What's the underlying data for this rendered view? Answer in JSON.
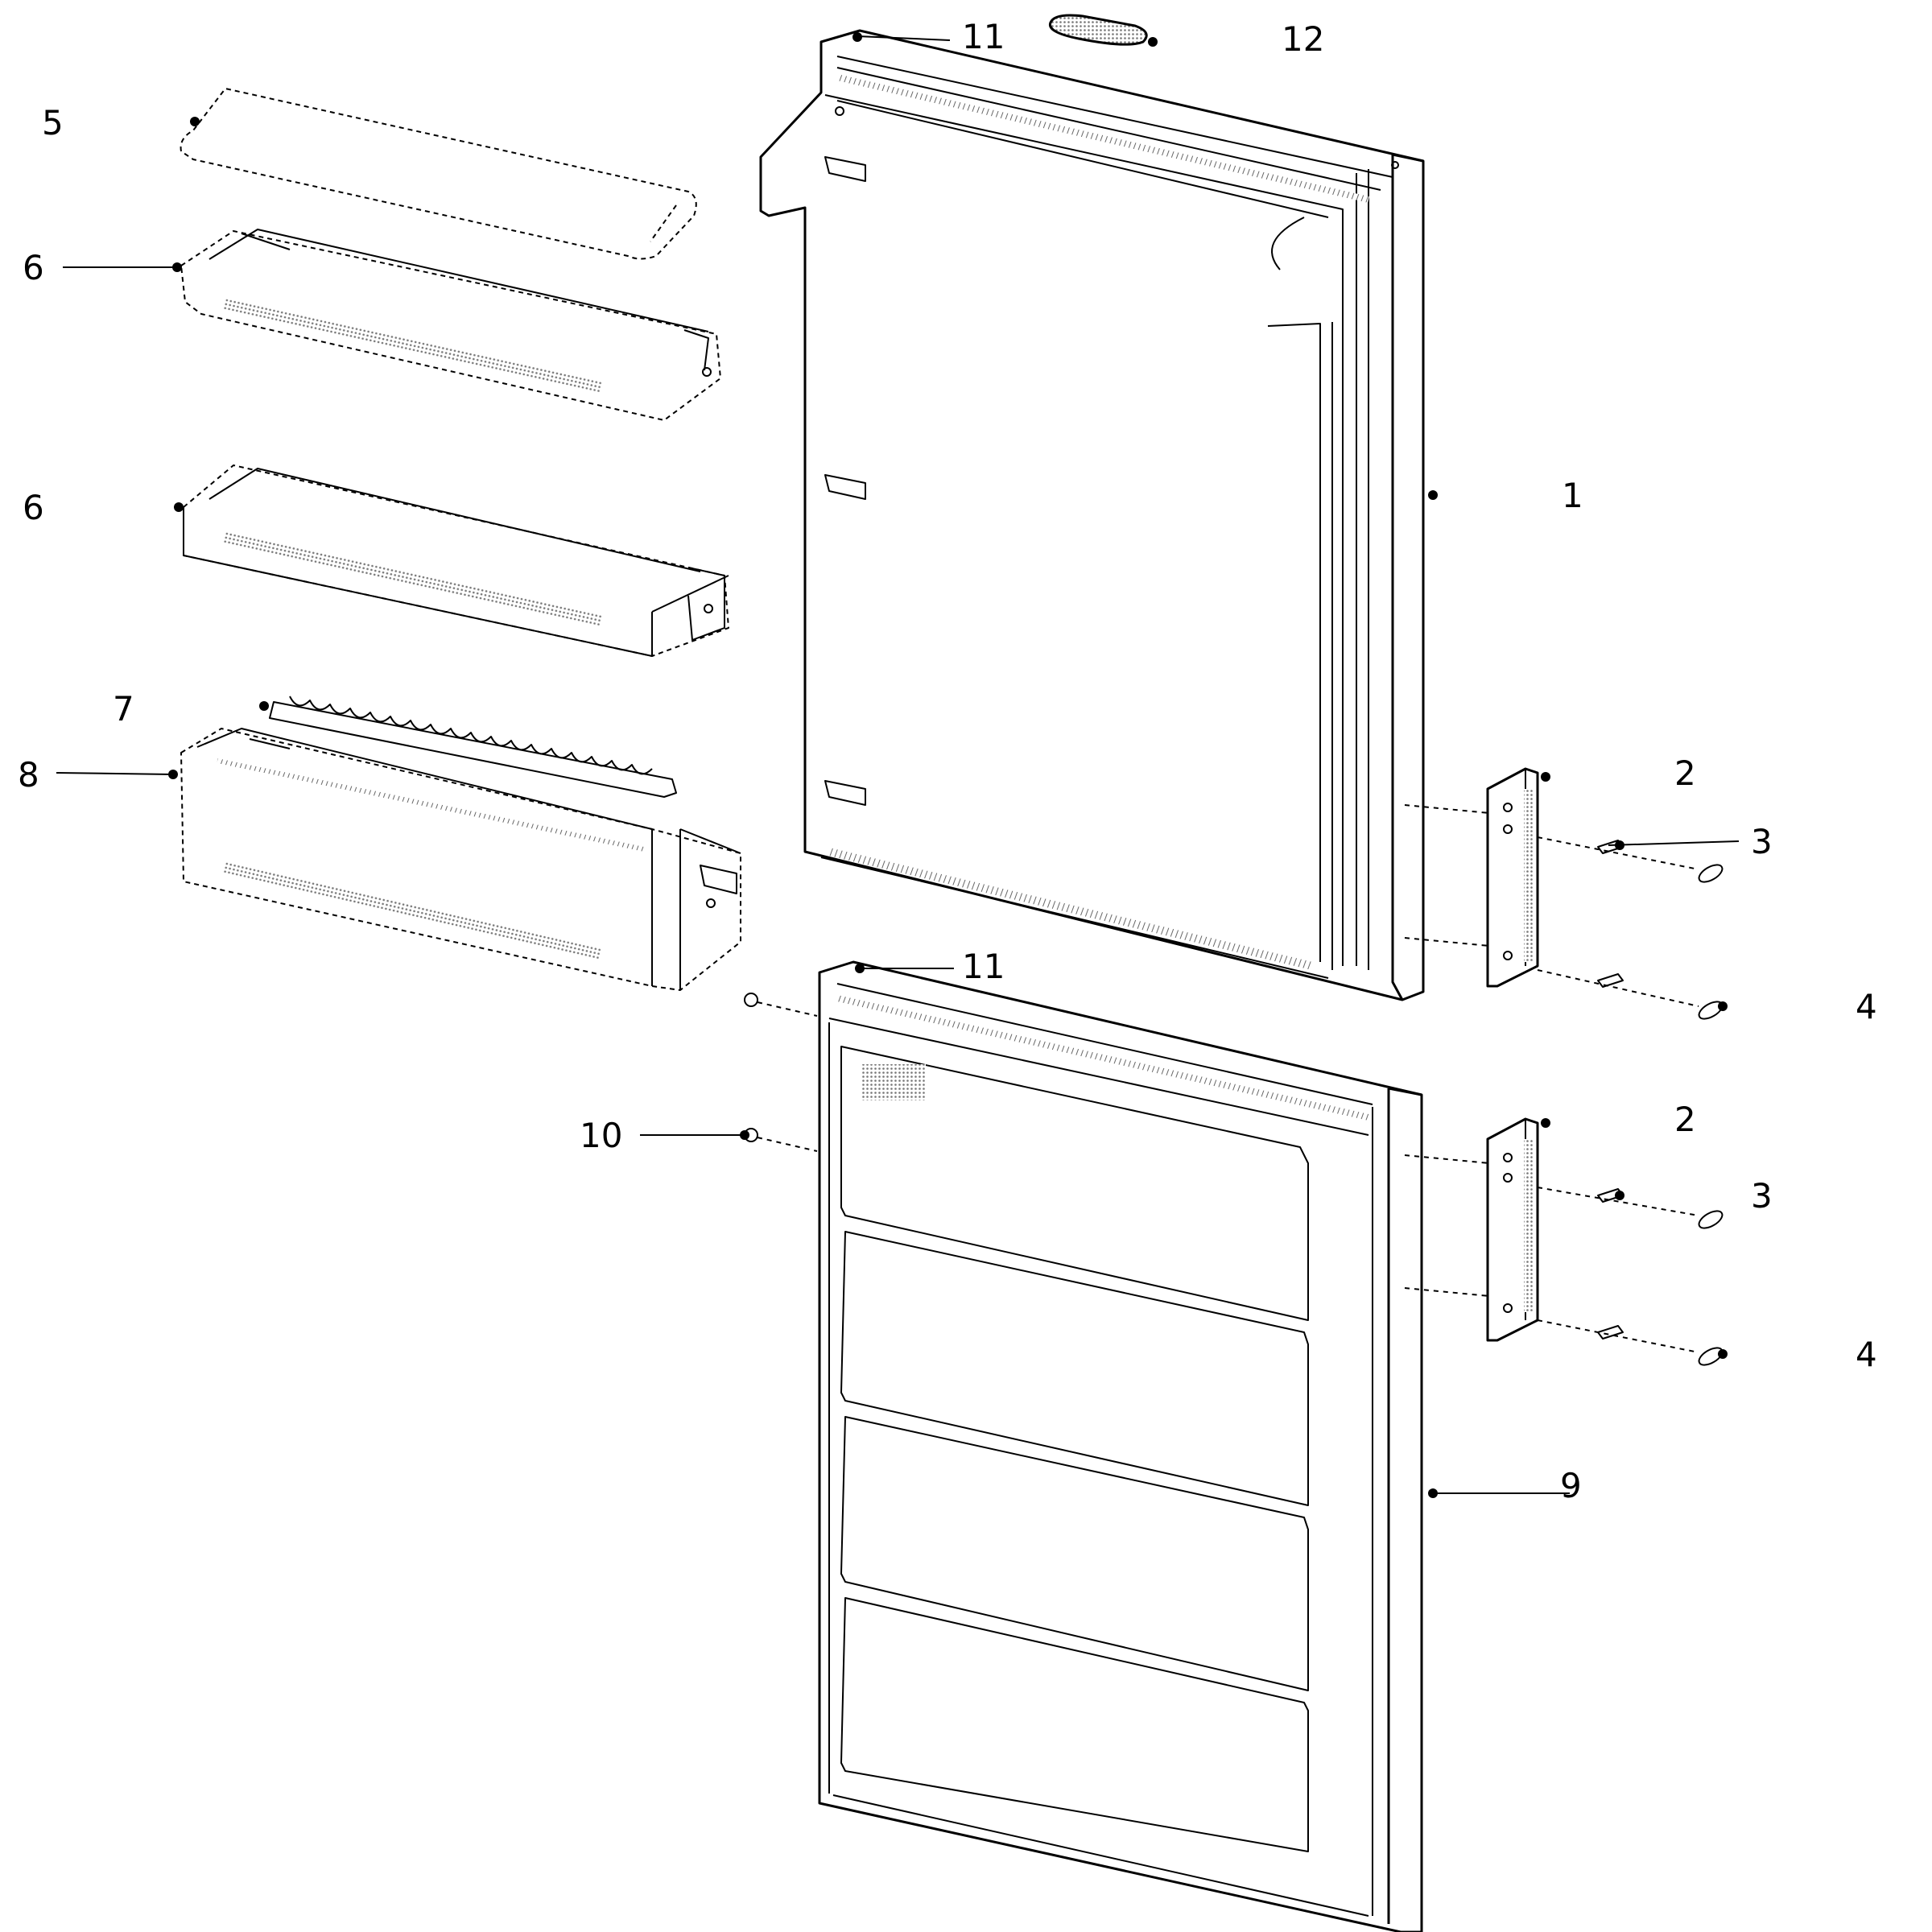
{
  "callouts": [
    {
      "id": "c1",
      "text": "1"
    },
    {
      "id": "c2a",
      "text": "2"
    },
    {
      "id": "c3a",
      "text": "3"
    },
    {
      "id": "c4a",
      "text": "4"
    },
    {
      "id": "c2b",
      "text": "2"
    },
    {
      "id": "c3b",
      "text": "3"
    },
    {
      "id": "c4b",
      "text": "4"
    },
    {
      "id": "c5",
      "text": "5"
    },
    {
      "id": "c6a",
      "text": "6"
    },
    {
      "id": "c6b",
      "text": "6"
    },
    {
      "id": "c7",
      "text": "7"
    },
    {
      "id": "c8",
      "text": "8"
    },
    {
      "id": "c9",
      "text": "9"
    },
    {
      "id": "c10",
      "text": "10"
    },
    {
      "id": "c11a",
      "text": "11"
    },
    {
      "id": "c11b",
      "text": "11"
    },
    {
      "id": "c12",
      "text": "12"
    }
  ],
  "colors": {
    "ink": "#000000",
    "hatch": "#888888",
    "paper": "#ffffff"
  }
}
